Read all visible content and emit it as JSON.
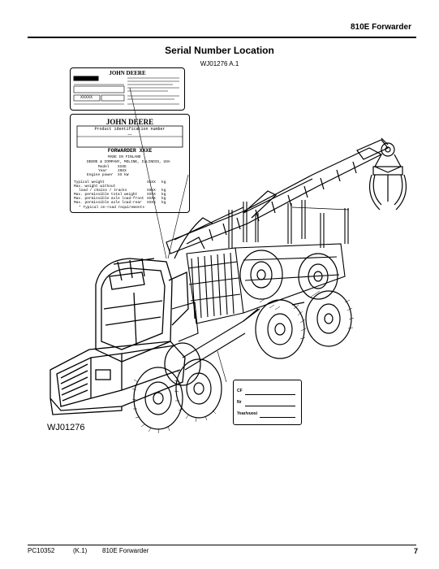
{
  "header": {
    "title": "810E Forwarder"
  },
  "page": {
    "title": "Serial Number Location",
    "image_code": "WJ01276  A.1",
    "figure_label": "WJ01276"
  },
  "plate_top": {
    "brand": "JOHN DEERE",
    "serial_value": "XXXXX"
  },
  "plate_main": {
    "brand": "JOHN DEERE",
    "pin_label": "Product identification number",
    "pin_dash": "—",
    "model": "FORWARDER XXXE",
    "made_in": "MADE IN FINLAND",
    "company": "DEERE & COMPANY, MOLINE, ILLINOIS, USA",
    "rows": [
      {
        "label": "Model",
        "value": "XXXE",
        "unit": ""
      },
      {
        "label": "Year",
        "value": "20XX",
        "unit": ""
      },
      {
        "label": "Engine power",
        "value": "XX",
        "unit": "kW"
      },
      {
        "label": "Typical weight",
        "value": "XXXX",
        "unit": "kg"
      },
      {
        "label": "Max. weight without",
        "value": "",
        "unit": ""
      },
      {
        "label": "load / chains / tracks",
        "value": "XXXX",
        "unit": "kg"
      },
      {
        "label": "Max. permissible total weight",
        "value": "XXXX",
        "unit": "kg"
      },
      {
        "label": "Max. permissible axle load-front",
        "value": "XXXX",
        "unit": "kg"
      },
      {
        "label": "Max. permissible axle load-rear",
        "value": "XXXX",
        "unit": "kg"
      },
      {
        "label": "* Typical on-road requirements",
        "value": "",
        "unit": ""
      }
    ]
  },
  "plate_small": {
    "rows": [
      {
        "label": "CF"
      },
      {
        "label": "Nr"
      },
      {
        "label": "Year/vuosi"
      }
    ]
  },
  "footer": {
    "doc": "PC10352",
    "rev": "(K.1)",
    "product": "810E Forwarder",
    "page_number": "7"
  }
}
